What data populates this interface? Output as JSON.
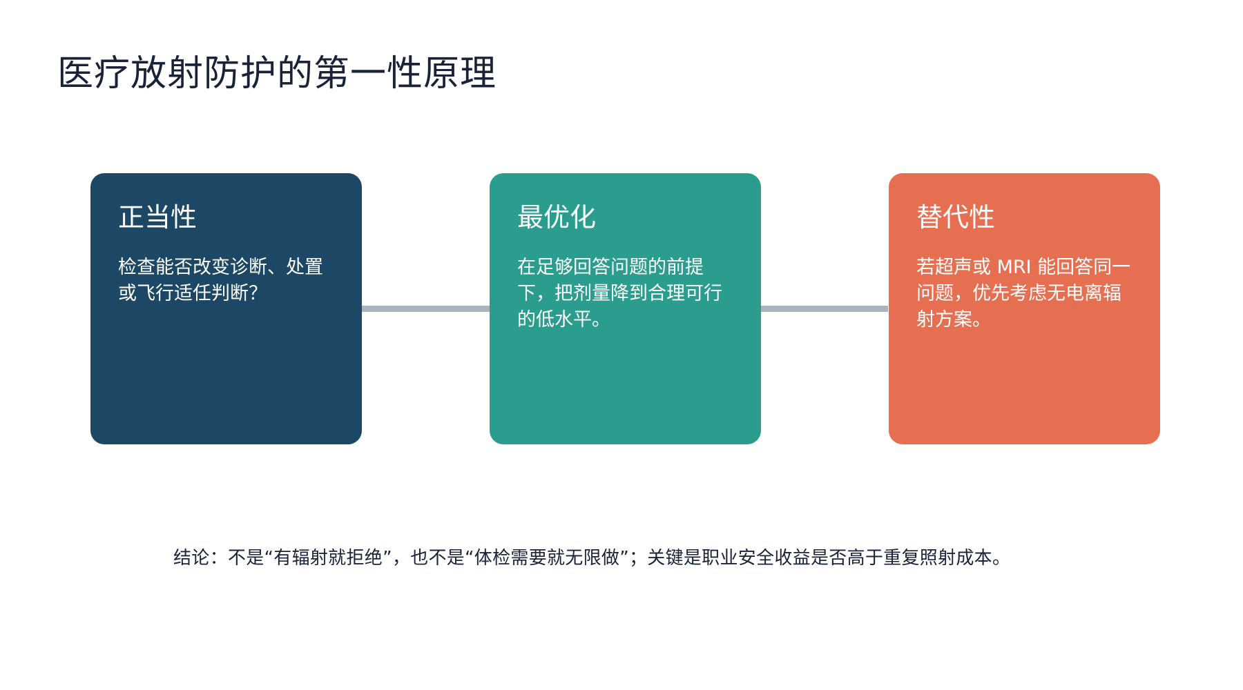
{
  "title": "医疗放射防护的第一性原理",
  "cards": [
    {
      "title": "正当性",
      "text": "检查能否改变诊断、处置或飞行适任判断？",
      "color": "#1c4866"
    },
    {
      "title": "最优化",
      "text": "在足够回答问题的前提下，把剂量降到合理可行的低水平。",
      "color": "#2a9d8f"
    },
    {
      "title": "替代性",
      "text": "若超声或 MRI 能回答同一问题，优先考虑无电离辐射方案。",
      "color": "#e76f51"
    }
  ],
  "connector_color": "#a9b4bf",
  "conclusion": "结论：不是“有辐射就拒绝”，也不是“体检需要就无限做”；关键是职业安全收益是否高于重复照射成本。"
}
